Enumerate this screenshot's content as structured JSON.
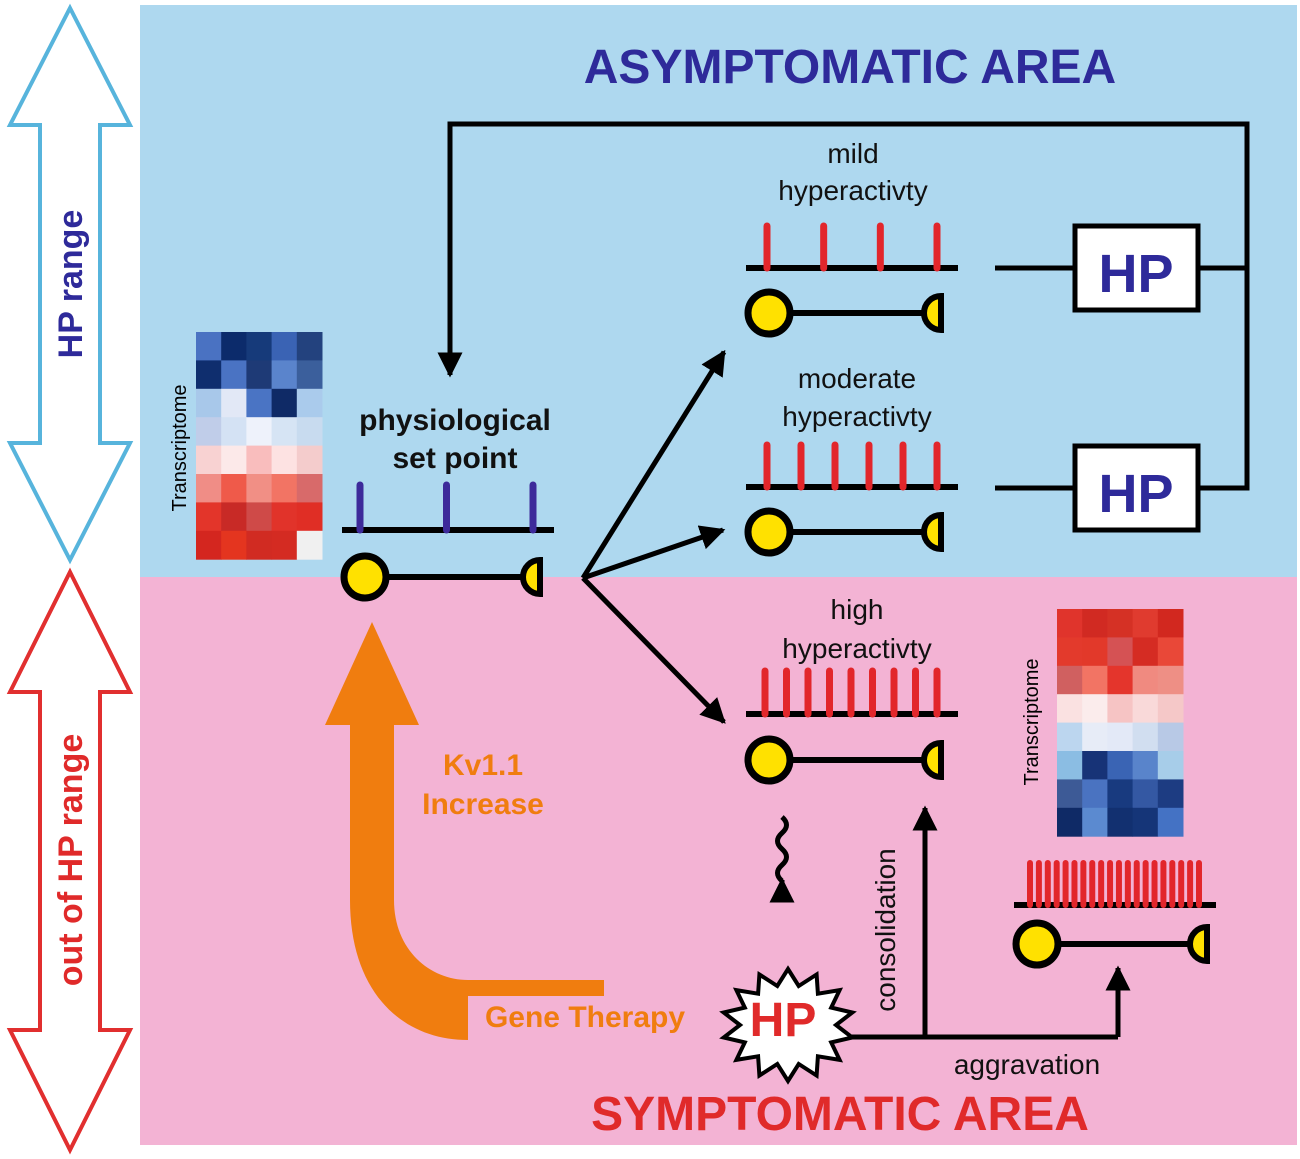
{
  "colors": {
    "asymptomatic_bg": "#aed8ef",
    "symptomatic_bg": "#f3b3d4",
    "title_blue": "#2e2a9a",
    "title_red": "#e02a2a",
    "hp_range_arrow": "#57b4dc",
    "out_range_arrow": "#e12f2f",
    "therapy_orange": "#f07d0f",
    "spike_red": "#e2262b",
    "spike_purple": "#3d2a9a",
    "soma_yellow": "#ffe100"
  },
  "regions": {
    "asymptomatic_title": "ASYMPTOMATIC AREA",
    "symptomatic_title": "SYMPTOMATIC AREA"
  },
  "side_arrows": {
    "hp_range": "HP range",
    "out_of_hp_range": "out of HP range"
  },
  "states": {
    "physiological_line1": "physiological",
    "physiological_line2": "set point",
    "mild_line1": "mild",
    "mild_line2": "hyperactivty",
    "moderate_line1": "moderate",
    "moderate_line2": "hyperactivty",
    "high_line1": "high",
    "high_line2": "hyperactivty"
  },
  "hp_boxes": {
    "label": "HP"
  },
  "hp_burst": {
    "label": "HP"
  },
  "processes": {
    "consolidation": "consolidation",
    "aggravation": "aggravation"
  },
  "therapy": {
    "kv_line1": "Kv1.1",
    "kv_line2": "Increase",
    "gene_therapy": "Gene Therapy"
  },
  "transcriptome": {
    "label": "Transcriptome",
    "healthy": [
      [
        "#4a72c2",
        "#0c2b6b",
        "#163a7a",
        "#3a63b4",
        "#23427e"
      ],
      [
        "#0f2e6e",
        "#4a73c3",
        "#1e3a76",
        "#5a84cc",
        "#3b5f9c"
      ],
      [
        "#a8c8ea",
        "#e2e8f6",
        "#4a74c4",
        "#0f2a66",
        "#aacbec"
      ],
      [
        "#c0cde9",
        "#d4e2f4",
        "#eef2fb",
        "#d6e4f4",
        "#c8dbef"
      ],
      [
        "#f8d2d2",
        "#fce9e9",
        "#f9bdbd",
        "#fde2e2",
        "#f4cccc"
      ],
      [
        "#f08d86",
        "#ef5a4a",
        "#f18f85",
        "#f27464",
        "#d86a6a"
      ],
      [
        "#e3352a",
        "#c82a26",
        "#cf4a48",
        "#e1332a",
        "#e02e25"
      ],
      [
        "#d4261f",
        "#e4351f",
        "#d12b22",
        "#d42b22",
        "#f0f0f0"
      ]
    ],
    "disease": [
      [
        "#e0342c",
        "#d12a22",
        "#d53125",
        "#e03b2f",
        "#d2281f"
      ],
      [
        "#e33a2c",
        "#e2392a",
        "#d55254",
        "#d52c23",
        "#e94838"
      ],
      [
        "#d06060",
        "#f27464",
        "#e4352c",
        "#f08a80",
        "#ee8f85"
      ],
      [
        "#fae1e1",
        "#fbecec",
        "#f6c4c4",
        "#f9d9d9",
        "#f5c8c8"
      ],
      [
        "#bcd6ef",
        "#e7ecf7",
        "#e3e9f7",
        "#d1def0",
        "#b8c9e6"
      ],
      [
        "#8bbde3",
        "#173377",
        "#3a64b4",
        "#5984cb",
        "#a7cde9"
      ],
      [
        "#3d5a96",
        "#4a73c1",
        "#183a7f",
        "#3458a3",
        "#1d3c82"
      ],
      [
        "#0f2a66",
        "#5b8ad0",
        "#123070",
        "#153578",
        "#4472c4"
      ]
    ]
  },
  "spikes": {
    "physiological_count": 3,
    "mild_count": 4,
    "moderate_count": 6,
    "high_count": 9,
    "aggravated_count": 20
  }
}
